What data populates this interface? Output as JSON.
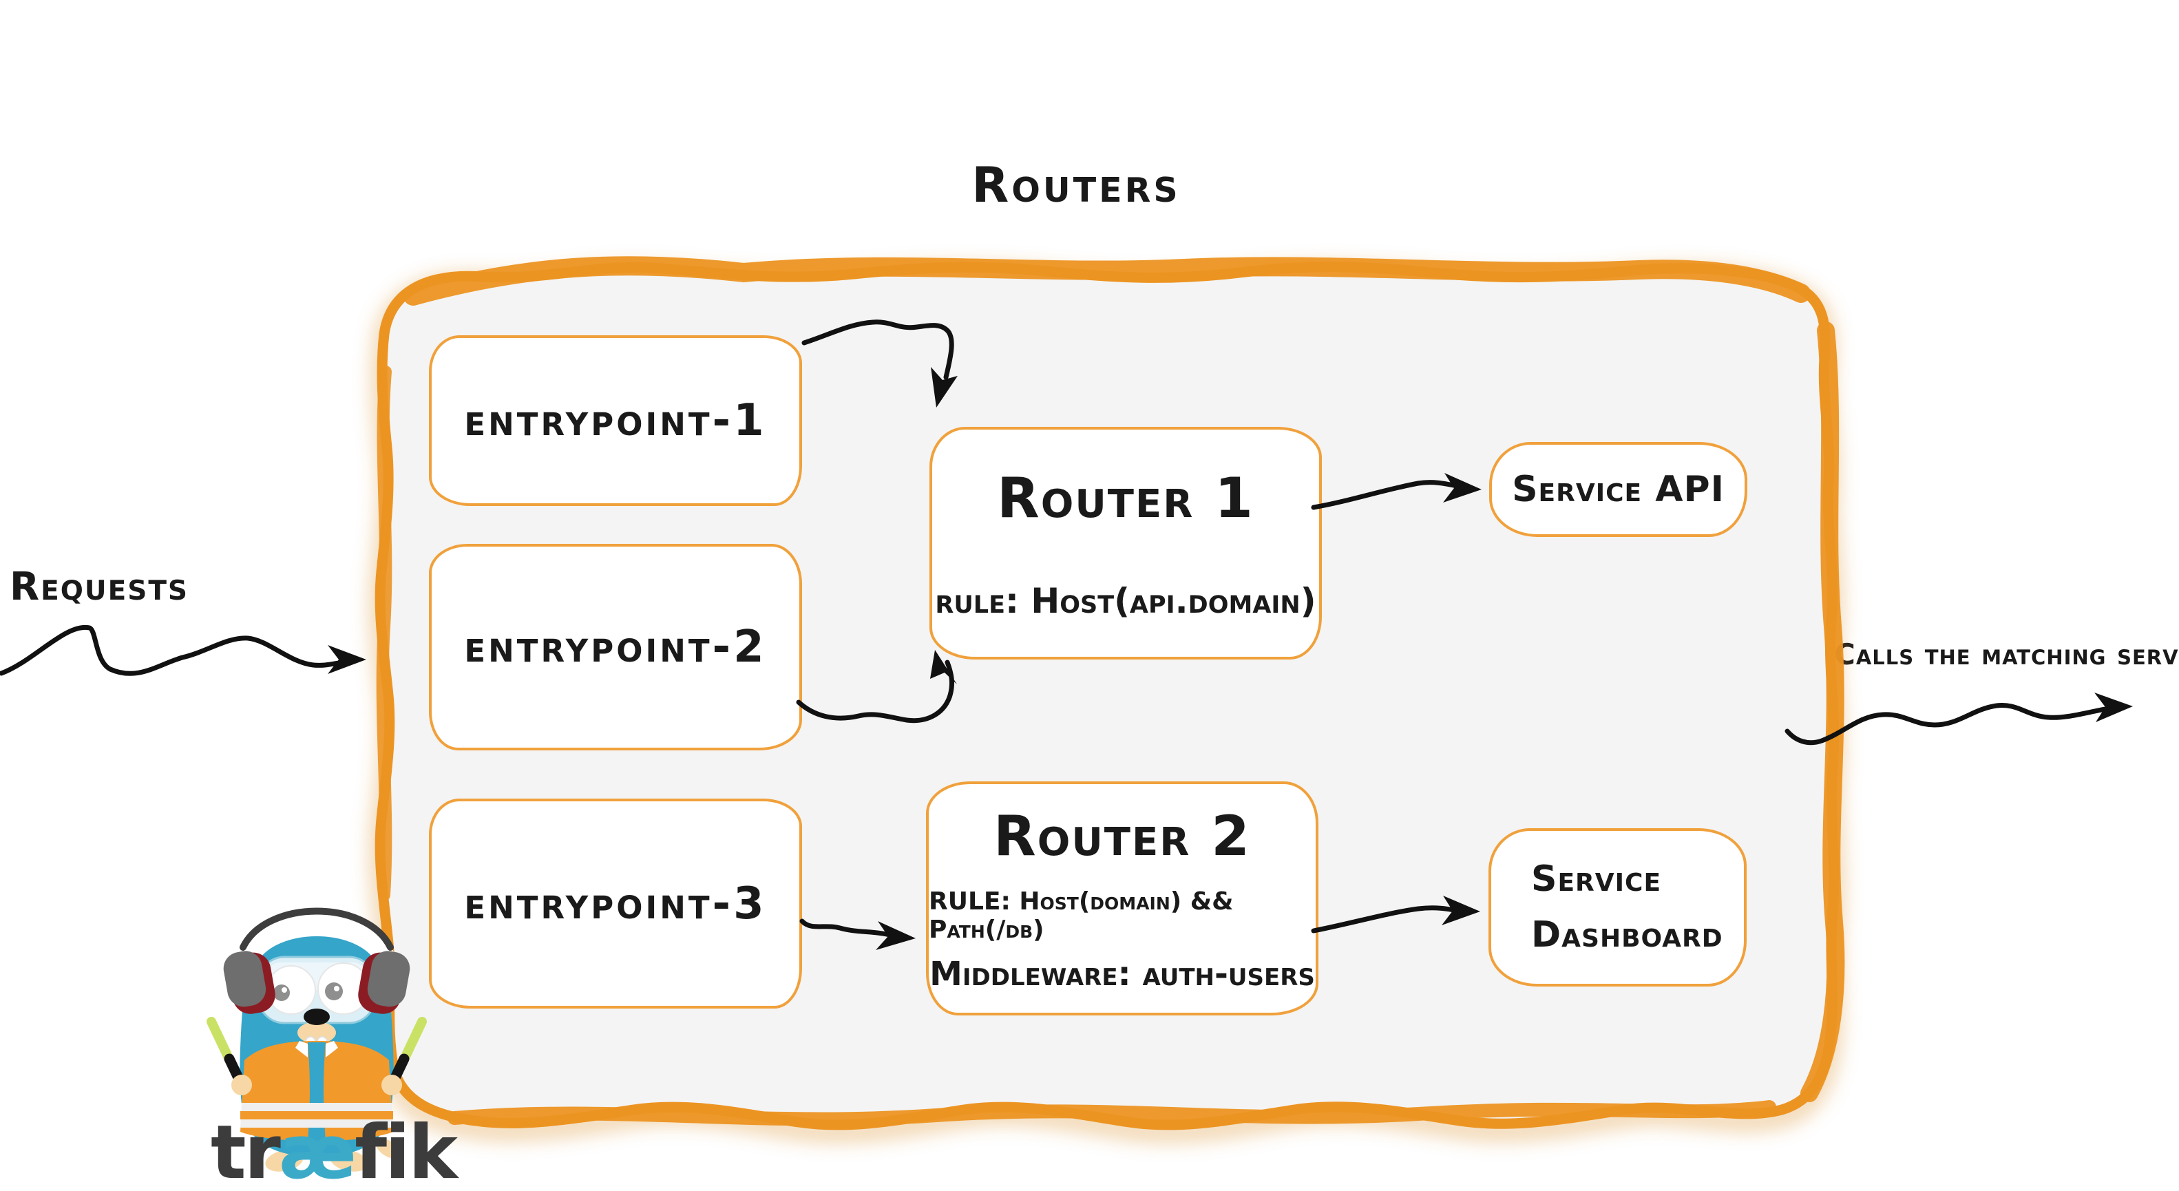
{
  "diagram": {
    "title": "Routers",
    "entrypoints": [
      {
        "label": "entrypoint-1"
      },
      {
        "label": "entrypoint-2"
      },
      {
        "label": "entrypoint-3"
      }
    ],
    "routers": [
      {
        "title": "Router 1",
        "rule": "rule: Host(api.domain)"
      },
      {
        "title": "Router 2",
        "rule": "RULE: Host(domain) && Path(/db)",
        "middleware": "Middleware: auth-users"
      }
    ],
    "services": [
      {
        "label": "Service API"
      },
      {
        "label_line1": "Service",
        "label_line2": "Dashboard"
      }
    ],
    "annotations": {
      "left": "Requests",
      "right": "Calls the matching server"
    },
    "brand": {
      "wordmark_pre": "tr",
      "wordmark_mid": "æ",
      "wordmark_post": "fik"
    },
    "colors": {
      "container_border": "#EC9422",
      "container_fill": "#F4F4F4",
      "box_border": "#F0A13C",
      "arrow": "#111111",
      "text": "#1a1a1a",
      "gopher_teal": "#35A5C9",
      "vest_orange": "#F2992C",
      "wordmark_dark": "#3C3C3C",
      "wordmark_accent": "#3BAAC8"
    }
  }
}
